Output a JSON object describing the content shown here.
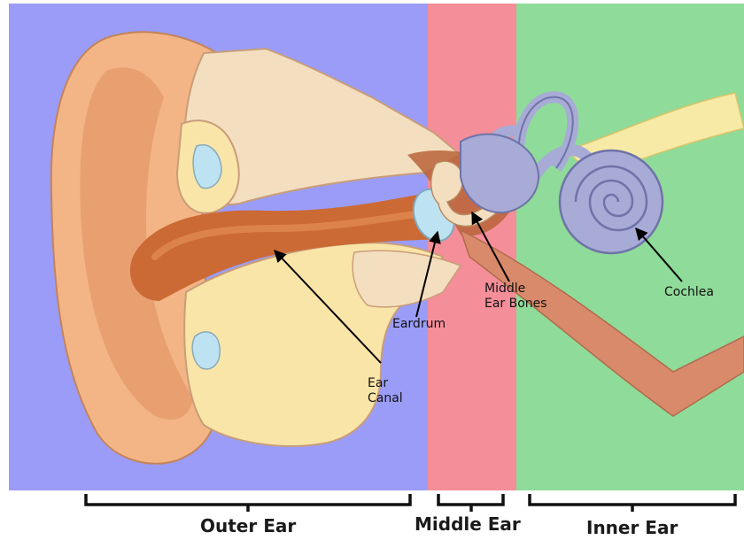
{
  "colors": {
    "outer_ear_region": "#9a9cf8",
    "middle_ear_region": "#f48e99",
    "inner_ear_region": "#8fdb99",
    "skin": "#f3b586",
    "skin_dark": "#d9814d",
    "canal": "#cc6a35",
    "tissue": "#fae5a8",
    "bone_bg": "#f3dfc0",
    "labyrinth": "#a7abd6",
    "eardrum": "#bde3f2",
    "nerve": "#f6eaa6"
  },
  "labels": {
    "eardrum": "Eardrum",
    "ear_canal_line1": "Ear",
    "ear_canal_line2": "Canal",
    "middle_ear_bones_line1": "Middle",
    "middle_ear_bones_line2": "Ear Bones",
    "cochlea": "Cochlea"
  },
  "regions": {
    "outer": "Outer Ear",
    "middle": "Middle Ear",
    "inner": "Inner Ear"
  }
}
